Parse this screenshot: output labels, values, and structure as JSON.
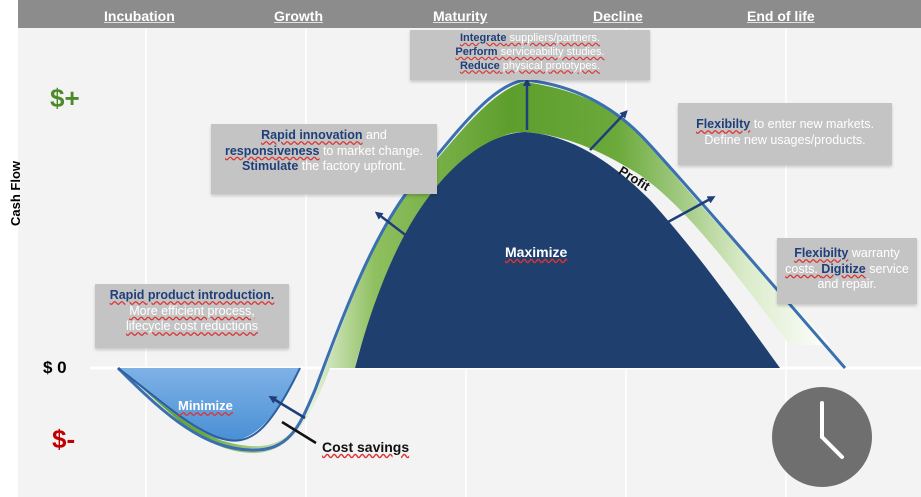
{
  "phases": [
    "Incubation",
    "Growth",
    "Maturity",
    "Decline",
    "End of life"
  ],
  "axis": {
    "plus": "$+",
    "zero": "$ 0",
    "minus": "$-",
    "ylabel": "Cash Flow"
  },
  "regions": {
    "minimize": "Minimize",
    "maximize": "Maximize",
    "profit": "Profit",
    "cost_savings": "Cost savings"
  },
  "annotations": {
    "maturity": {
      "l1_bold": "Integrate",
      "l1_rest": " suppliers/partners.",
      "l2_bold": "Perform",
      "l2_rest": " serviceability studies.",
      "l3_bold": "Reduce",
      "l3_rest": " physical prototypes."
    },
    "growth": {
      "l1_bold": "Rapid innovation",
      "l1_rest": " and",
      "l2_bold": "responsiveness",
      "l2_rest": " to market change.",
      "l3_bold": "Stimulate",
      "l3_rest": " the factory upfront."
    },
    "decline": {
      "l1_bold": "Flexibilty",
      "l1_rest": " to enter new markets.",
      "l2": "Define new usages/products."
    },
    "endoflife": {
      "l1_bold": "Flexibilty",
      "l1_rest": " warranty",
      "l2_pre": "costs. ",
      "l2_bold": "Digitize",
      "l2_rest": " service",
      "l3": "and repair."
    },
    "incubation": {
      "l1_bold": "Rapid product introduction.",
      "l2": "More efficient process,",
      "l3": "lifecycle cost reductions"
    }
  },
  "colors": {
    "header": "#8c8c8c",
    "navy": "#1f3f7a",
    "green_dark": "#4e8a2c",
    "green_light": "#b9dc9a",
    "blue_light": "#6fa8dc",
    "plus": "#4e8a2c",
    "minus": "#c00000",
    "card": "#c4c4c4"
  },
  "icons": [
    "clock-icon"
  ]
}
